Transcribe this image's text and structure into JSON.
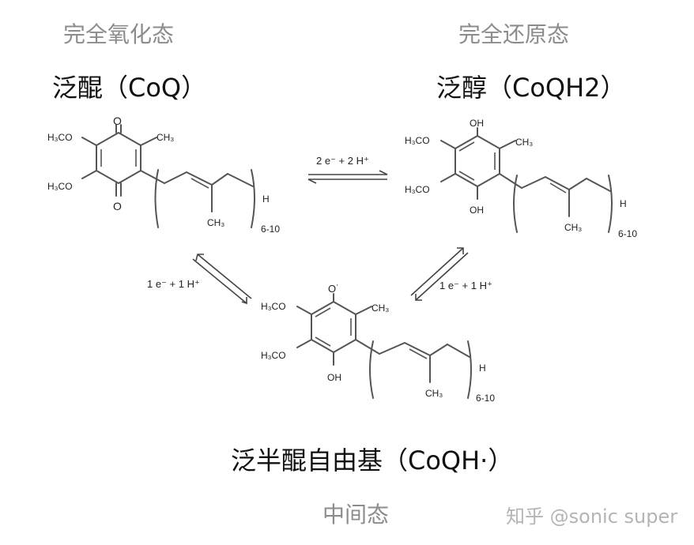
{
  "headers": {
    "oxidized": "完全氧化态",
    "reduced": "完全还原态",
    "intermediate": "中间态"
  },
  "compounds": {
    "ubiquinone": "泛醌（CoQ）",
    "ubiquinol": "泛醇（CoQH2）",
    "semiquinone": "泛半醌自由基（CoQH·）"
  },
  "reactions": {
    "top": "2 e⁻ + 2 H⁺",
    "left": "1 e⁻ + 1 H⁺",
    "right": "1 e⁻ + 1 H⁺"
  },
  "structure_labels": {
    "methoxy": "H₃CO",
    "methyl": "CH₃",
    "oxo": "O",
    "hydroxy": "OH",
    "radical_o": "O˙",
    "terminal_h": "H",
    "repeat": "6-10"
  },
  "watermark": "知乎 @sonic super"
}
